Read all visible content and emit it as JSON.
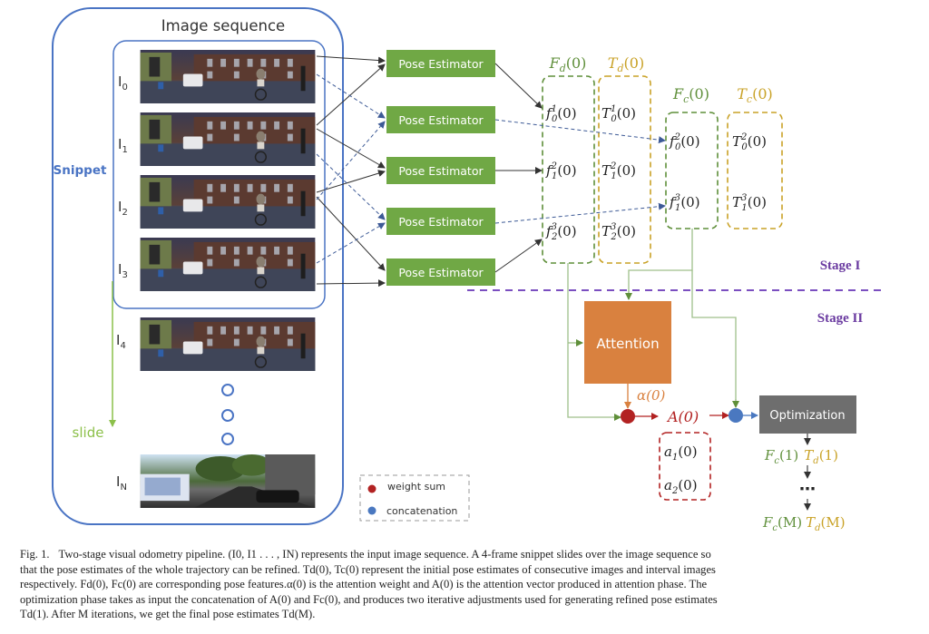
{
  "figure": {
    "title": "Image sequence",
    "snippet_label": "Snippet",
    "slide_label": "slide",
    "frames": [
      {
        "label": "I",
        "sub": "0"
      },
      {
        "label": "I",
        "sub": "1"
      },
      {
        "label": "I",
        "sub": "2"
      },
      {
        "label": "I",
        "sub": "3"
      },
      {
        "label": "I",
        "sub": "4"
      },
      {
        "label": "I",
        "sub": "N"
      }
    ],
    "pose_estimators": [
      "Pose Estimator",
      "Pose Estimator",
      "Pose Estimator",
      "Pose Estimator",
      "Pose Estimator"
    ],
    "groups": {
      "Fd": {
        "title": "F",
        "sub": "d",
        "arg": "(0)",
        "items": [
          {
            "base": "f",
            "sub": "0",
            "sup": "1",
            "arg": "(0)"
          },
          {
            "base": "f",
            "sub": "1",
            "sup": "2",
            "arg": "(0)"
          },
          {
            "base": "f",
            "sub": "2",
            "sup": "3",
            "arg": "(0)"
          }
        ]
      },
      "Td": {
        "title": "T",
        "sub": "d",
        "arg": "(0)",
        "items": [
          {
            "base": "T",
            "sub": "0",
            "sup": "1",
            "arg": "(0)"
          },
          {
            "base": "T",
            "sub": "1",
            "sup": "2",
            "arg": "(0)"
          },
          {
            "base": "T",
            "sub": "2",
            "sup": "3",
            "arg": "(0)"
          }
        ]
      },
      "Fc": {
        "title": "F",
        "sub": "c",
        "arg": "(0)",
        "items": [
          {
            "base": "f",
            "sub": "0",
            "sup": "2",
            "arg": "(0)"
          },
          {
            "base": "f",
            "sub": "1",
            "sup": "3",
            "arg": "(0)"
          }
        ]
      },
      "Tc": {
        "title": "T",
        "sub": "c",
        "arg": "(0)",
        "items": [
          {
            "base": "T",
            "sub": "0",
            "sup": "2",
            "arg": "(0)"
          },
          {
            "base": "T",
            "sub": "1",
            "sup": "3",
            "arg": "(0)"
          }
        ]
      }
    },
    "stage1_label": "Stage I",
    "stage2_label": "Stage II",
    "attention_label": "Attention",
    "alpha_label": "α(0)",
    "A_label": "A(0)",
    "a_items": [
      {
        "base": "a",
        "sub": "1",
        "arg": "(0)"
      },
      {
        "base": "a",
        "sub": "2",
        "arg": "(0)"
      }
    ],
    "optimization_label": "Optimization",
    "outputs": [
      {
        "F": "F",
        "Fsub": "c",
        "Farg": "(1)",
        "T": "T",
        "Tsub": "d",
        "Targ": "(1)"
      },
      {
        "F": "F",
        "Fsub": "c",
        "Farg": "(M)",
        "T": "T",
        "Tsub": "d",
        "Targ": "(M)"
      }
    ],
    "ellipsis": "⋯",
    "legend": [
      {
        "label": "weight sum",
        "color": "#b22222"
      },
      {
        "label": "concatenation",
        "color": "#4a78c0"
      }
    ],
    "colors": {
      "outer_box": "#4a74c4",
      "pose_estimator": "#70a845",
      "attention": "#d9813f",
      "optimization": "#6e6e6e",
      "green_text": "#5f8f3a",
      "gold_text": "#c9a227",
      "alpha_text": "#d9813f",
      "A_text": "#b22222",
      "stage_text": "#6a3aa0",
      "stage_line": "#7b4fc0",
      "slide_green": "#8cc04a"
    }
  },
  "caption": {
    "label": "Fig. 1.",
    "lines": [
      "Two-stage visual odometry pipeline. (I0, I1 . . . , IN) represents the input image sequence. A 4-frame snippet slides over the image sequence so",
      "that the pose estimates of the whole trajectory can be refined. Td(0), Tc(0) represent the initial pose estimates of consecutive images and interval images",
      "respectively. Fd(0), Fc(0) are corresponding pose features.α(0) is the attention weight and A(0) is the attention vector produced in attention phase. The",
      "optimization phase takes as input the concatenation of A(0) and Fc(0), and produces two iterative adjustments used for generating refined pose estimates",
      "Td(1). After M iterations, we get the final pose estimates Td(M)."
    ]
  }
}
